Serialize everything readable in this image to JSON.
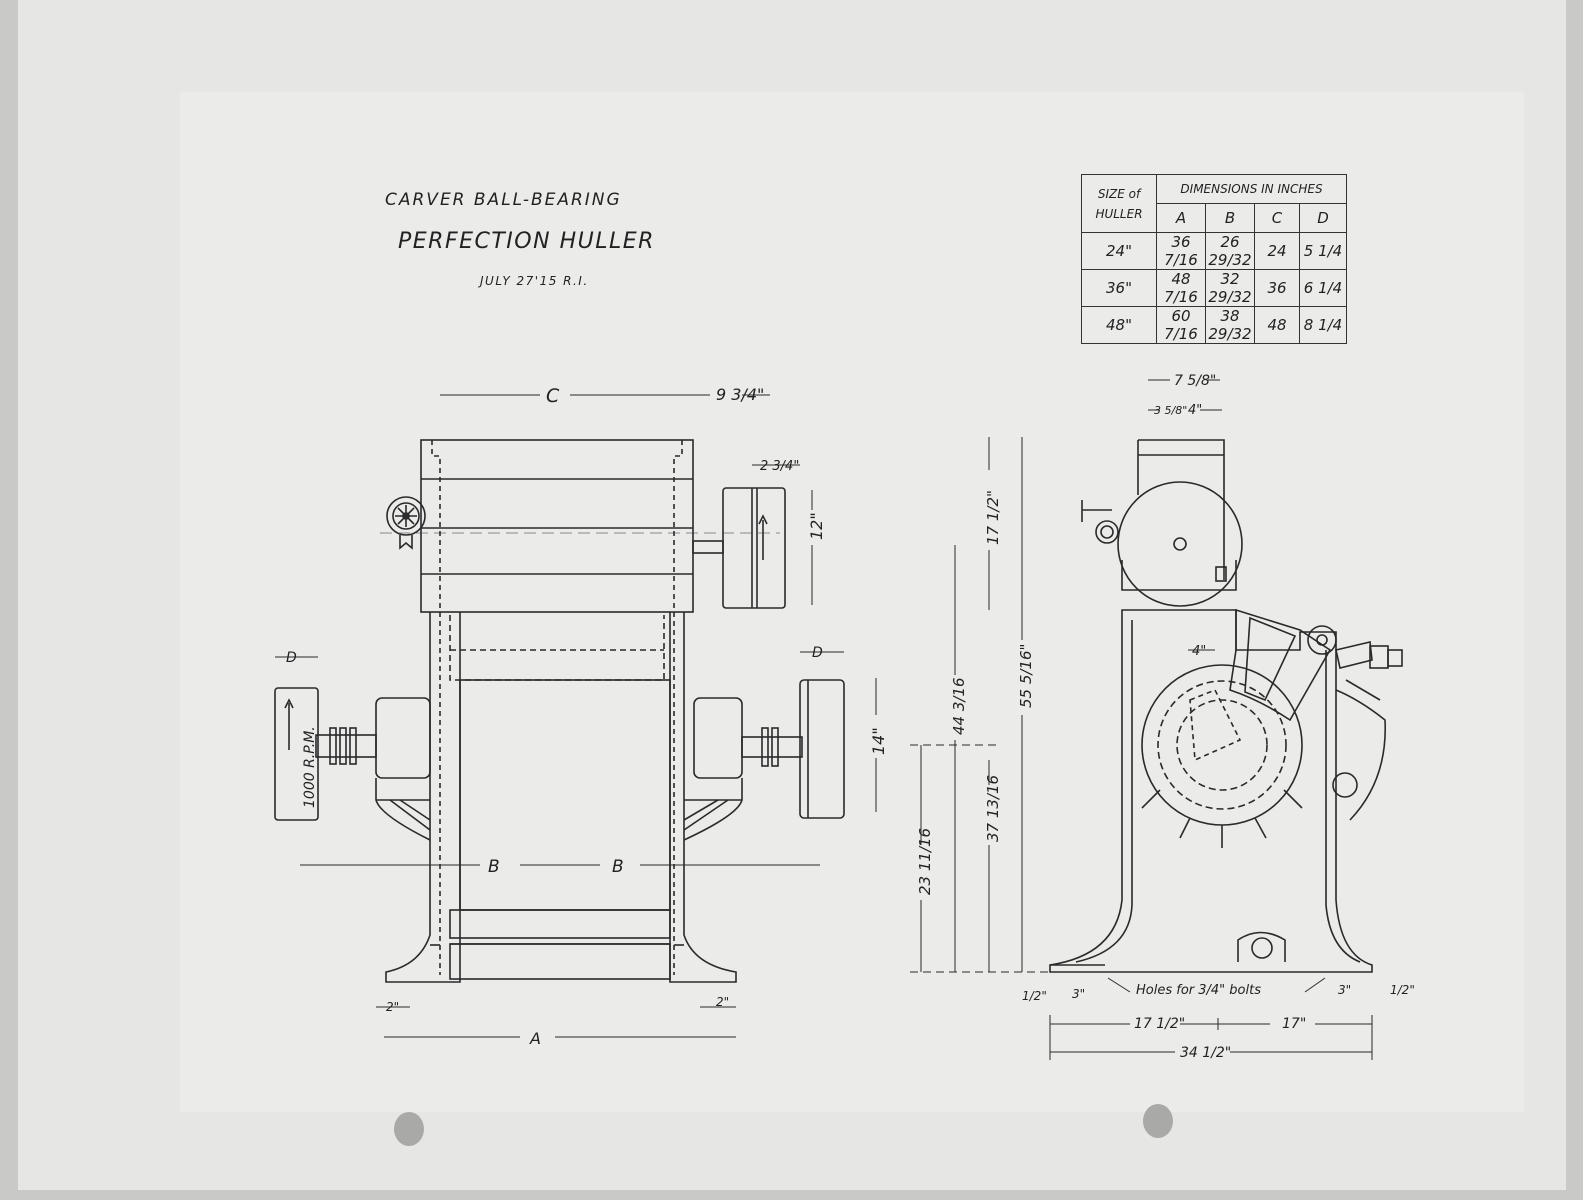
{
  "title": {
    "line1": "CARVER BALL-BEARING",
    "line2": "PERFECTION HULLER",
    "date": "JULY 27'15 R.I."
  },
  "table": {
    "size_header": "SIZE of",
    "size_header2": "HULLER",
    "dims_header": "DIMENSIONS IN INCHES",
    "columns": [
      "A",
      "B",
      "C",
      "D"
    ],
    "rows": [
      {
        "size": "24\"",
        "A": "36 7/16",
        "B": "26 29/32",
        "C": "24",
        "D": "5 1/4"
      },
      {
        "size": "36\"",
        "A": "48 7/16",
        "B": "32 29/32",
        "C": "36",
        "D": "6 1/4"
      },
      {
        "size": "48\"",
        "A": "60 7/16",
        "B": "38 29/32",
        "C": "48",
        "D": "8 1/4"
      }
    ]
  },
  "front_view": {
    "dim_C": "C",
    "dim_9_3_4": "9 3/4\"",
    "dim_2_3_4": "2 3/4\"",
    "dim_12": "12\"",
    "dim_D_left": "D",
    "dim_D_right": "D",
    "dim_14": "14\"",
    "rpm": "1000 R.P.M.",
    "dim_B1": "B",
    "dim_B2": "B",
    "dim_2_left": "2\"",
    "dim_2_right": "2\"",
    "dim_A": "A"
  },
  "heights": {
    "h_23": "23 11/16",
    "h_37": "37 13/16",
    "h_44": "44 3/16",
    "h_55": "55 5/16\"",
    "h_17": "17 1/2\""
  },
  "side_view": {
    "dim_7_5_8": "7 5/8\"",
    "dim_3_5_8": "3 5/8\"",
    "dim_4_top": "4\"",
    "dim_4_inner": "4\"",
    "holes_note": "Holes for 3/4\" bolts",
    "dim_1_2_left": "1/2\"",
    "dim_3_left": "3\"",
    "dim_3_right": "3\"",
    "dim_1_2_right": "1/2\"",
    "dim_17_1_2": "17 1/2\"",
    "dim_17": "17\"",
    "dim_34_1_2": "34 1/2\""
  }
}
